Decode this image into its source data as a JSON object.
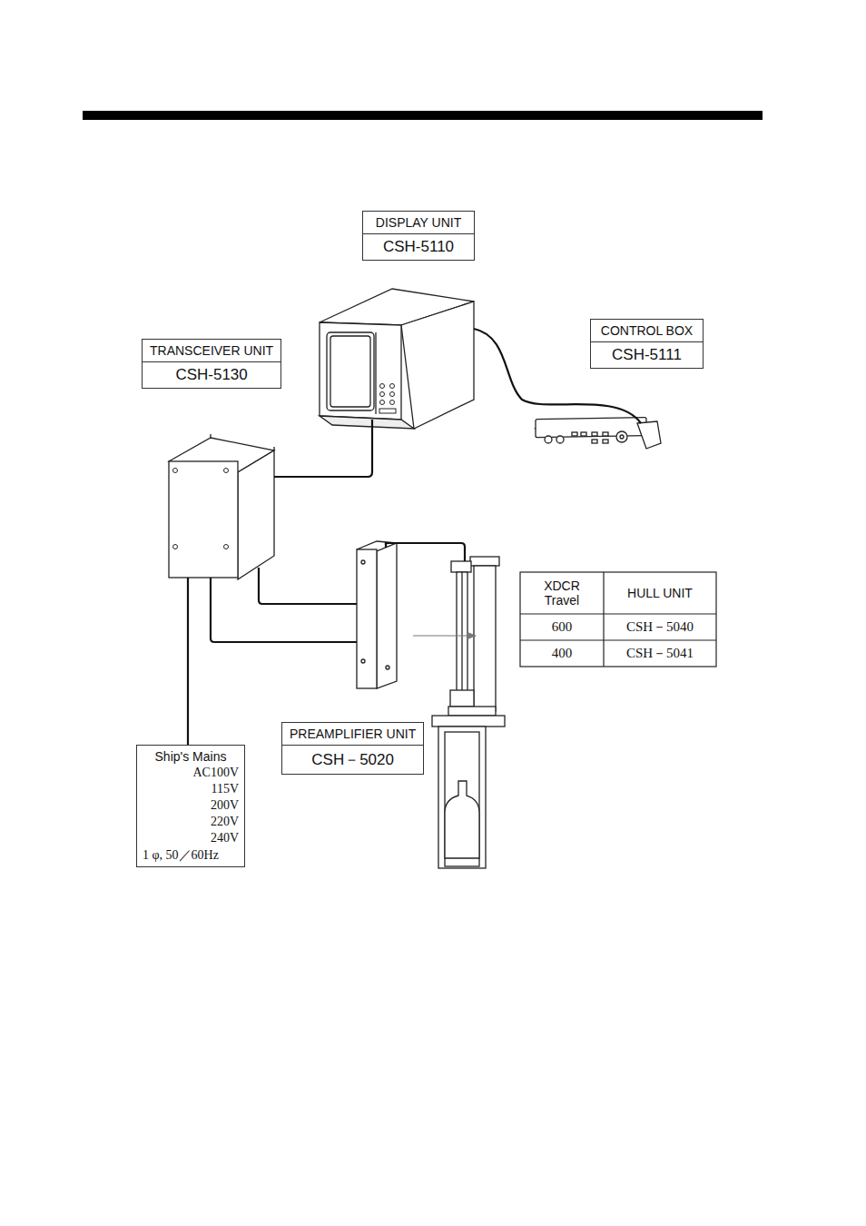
{
  "diagram": {
    "nodes": [
      {
        "text": [
          "DISPLAY UNIT",
          "CSH-5110"
        ]
      },
      {
        "text": [
          "CONTROL BOX",
          "CSH-5111"
        ]
      },
      {
        "text": [
          "TRANSCEIVER UNIT",
          "CSH-5130"
        ]
      },
      {
        "text": [
          "PREAMPLIFIER UNIT",
          "CSH－5020"
        ]
      },
      {
        "text": [
          "Ship's Mains",
          "AC100V",
          "115V",
          "200V",
          "220V",
          "240V",
          "1 φ, 50／60Hz"
        ]
      }
    ],
    "labels": [
      "XDCR Travel",
      "HULL UNIT",
      "600",
      "CSH－5040",
      "400",
      "CSH－5041"
    ]
  }
}
